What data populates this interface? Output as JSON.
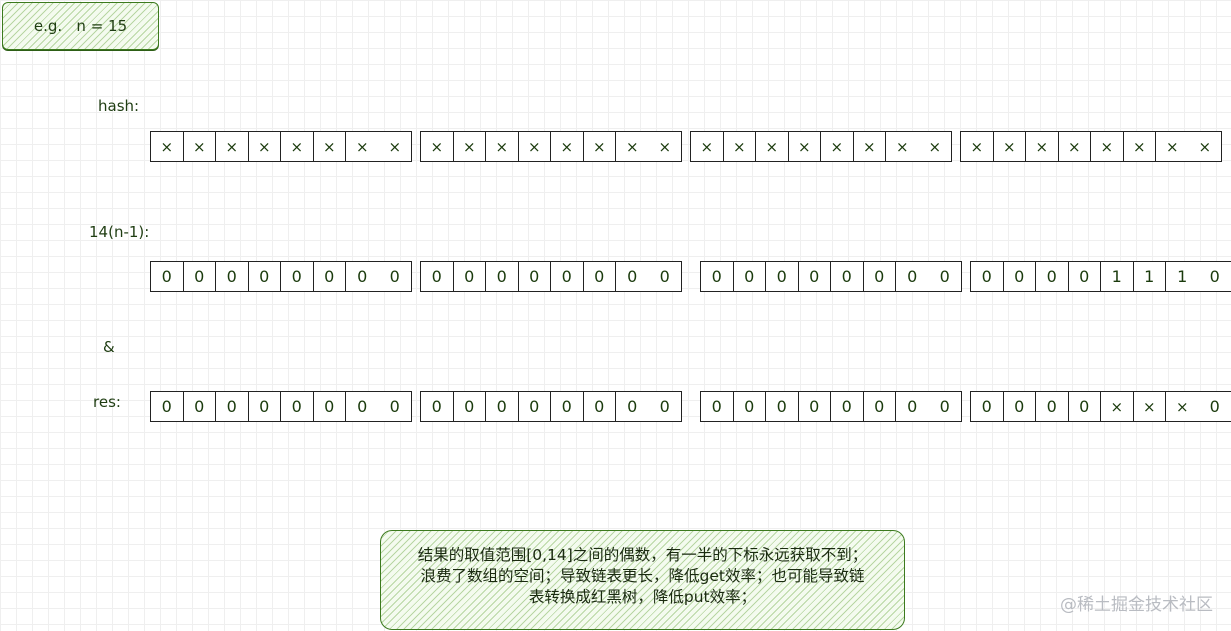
{
  "example_note": "e.g.   n = 15",
  "labels": {
    "hash": "hash:",
    "n_minus_1": "14(n-1):",
    "and": "&",
    "res": "res:"
  },
  "rows": {
    "hash": [
      [
        "×",
        "×",
        "×",
        "×",
        "×",
        "×",
        "×",
        "×"
      ],
      [
        "×",
        "×",
        "×",
        "×",
        "×",
        "×",
        "×",
        "×"
      ],
      [
        "×",
        "×",
        "×",
        "×",
        "×",
        "×",
        "×",
        "×"
      ],
      [
        "×",
        "×",
        "×",
        "×",
        "×",
        "×",
        "×",
        "×"
      ]
    ],
    "n_minus_1": [
      [
        "0",
        "0",
        "0",
        "0",
        "0",
        "0",
        "0",
        "0"
      ],
      [
        "0",
        "0",
        "0",
        "0",
        "0",
        "0",
        "0",
        "0"
      ],
      [
        "0",
        "0",
        "0",
        "0",
        "0",
        "0",
        "0",
        "0"
      ],
      [
        "0",
        "0",
        "0",
        "0",
        "1",
        "1",
        "1",
        "0"
      ]
    ],
    "res": [
      [
        "0",
        "0",
        "0",
        "0",
        "0",
        "0",
        "0",
        "0"
      ],
      [
        "0",
        "0",
        "0",
        "0",
        "0",
        "0",
        "0",
        "0"
      ],
      [
        "0",
        "0",
        "0",
        "0",
        "0",
        "0",
        "0",
        "0"
      ],
      [
        "0",
        "0",
        "0",
        "0",
        "×",
        "×",
        "×",
        "0"
      ]
    ]
  },
  "bottom_note": {
    "line1": "结果的取值范围[0,14]之间的偶数，有一半的下标永远获取不到；",
    "line2": "浪费了数组的空间；导致链表更长，降低get效率；也可能导致链",
    "line3": "表转换成红黑树，降低put效率；"
  },
  "watermark": "@稀土掘金技术社区",
  "colors": {
    "note_border": "#3c7a1e",
    "note_hatch": "#6eaa46",
    "text": "#1f3d12",
    "grid": "#efefef",
    "watermark": "#b9bcc2"
  }
}
